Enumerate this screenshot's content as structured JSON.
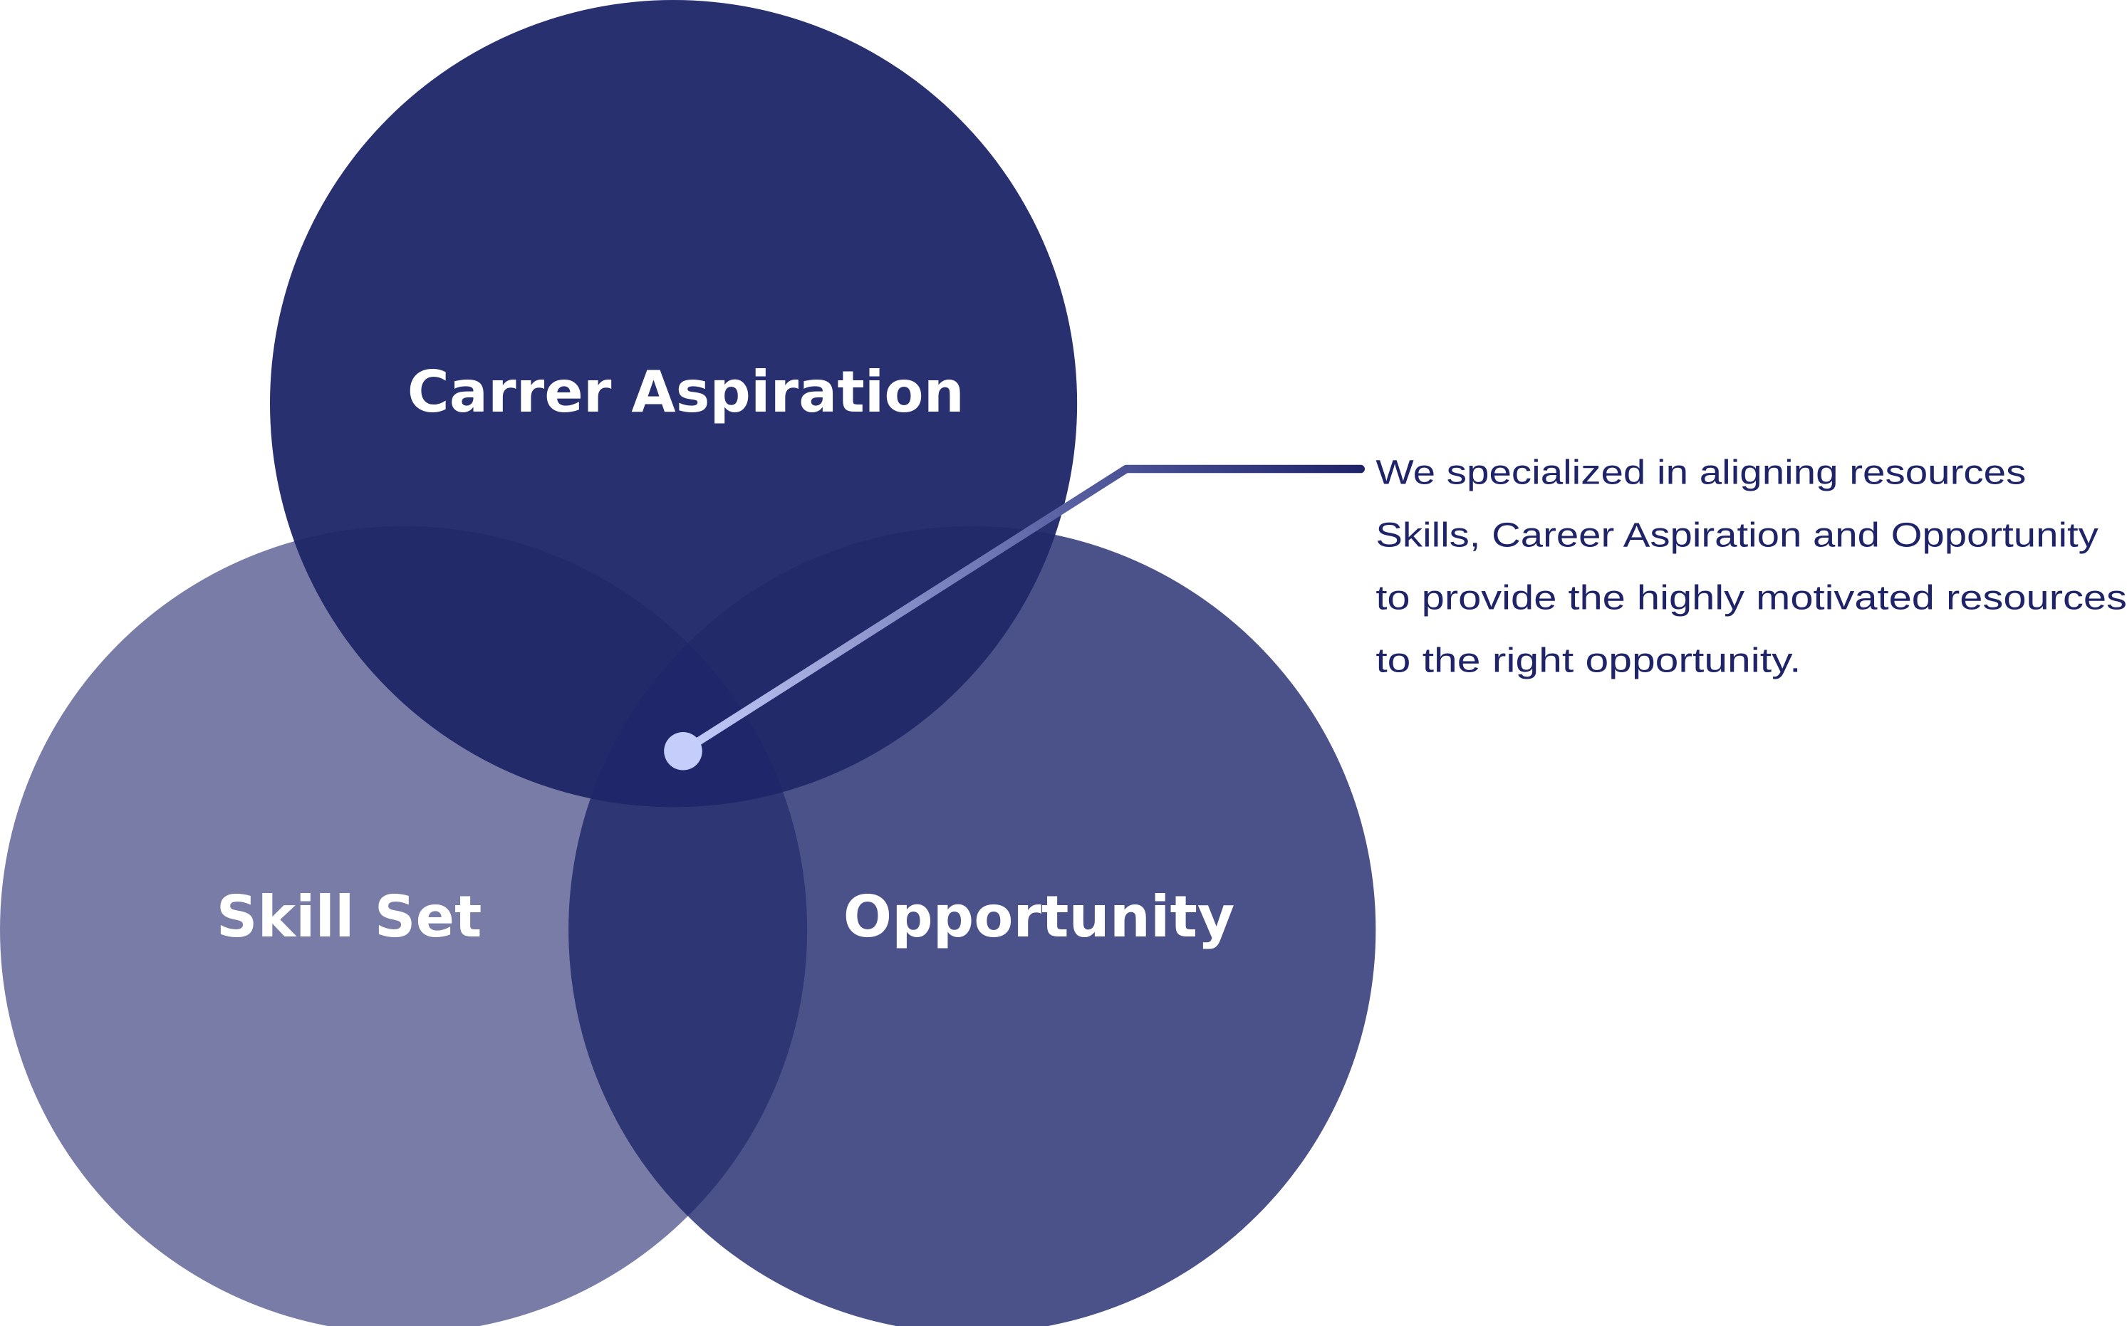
{
  "diagram": {
    "circles": [
      {
        "label": "Carrer Aspiration",
        "color": "#29306f"
      },
      {
        "label": "Skill Set",
        "color": "#787ca6"
      },
      {
        "label": "Opportunity",
        "color": "#4b5189"
      }
    ],
    "overlap_colors": {
      "skill_opportunity": "#2f3674",
      "top_sides": "#232a6a",
      "center": "#1f266a"
    },
    "callout": {
      "lines": [
        "We specialized in aligning resources",
        "Skills, Career Aspiration and Opportunity",
        "to provide the highly motivated resources",
        "to the right opportunity."
      ],
      "dot_color": "#c5cdfa",
      "text_color": "#1f2468"
    }
  }
}
